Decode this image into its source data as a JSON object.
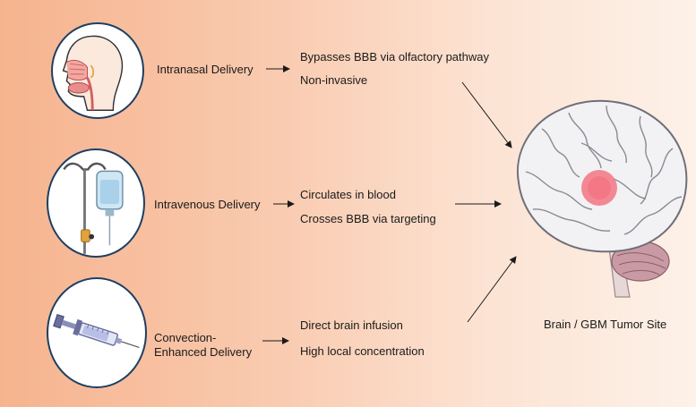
{
  "routes": [
    {
      "label_lines": [
        "Intranasal Delivery"
      ],
      "effects": [
        "Bypasses BBB via olfactory pathway",
        "Non-invasive"
      ],
      "icon": "head-cross-section-icon"
    },
    {
      "label_lines": [
        "Intravenous Delivery"
      ],
      "effects": [
        "Circulates in blood",
        "Crosses BBB via targeting"
      ],
      "icon": "iv-drip-icon"
    },
    {
      "label_lines": [
        "Convection-",
        "Enhanced Delivery"
      ],
      "effects": [
        "Direct brain infusion",
        "High local concentration"
      ],
      "icon": "syringe-icon"
    }
  ],
  "target": {
    "caption": "Brain / GBM Tumor Site",
    "icon": "brain-icon",
    "tumor_color": "#f46a7a"
  },
  "colors": {
    "circle_border": "#1f3f63",
    "arrow": "#1a1a1a"
  }
}
